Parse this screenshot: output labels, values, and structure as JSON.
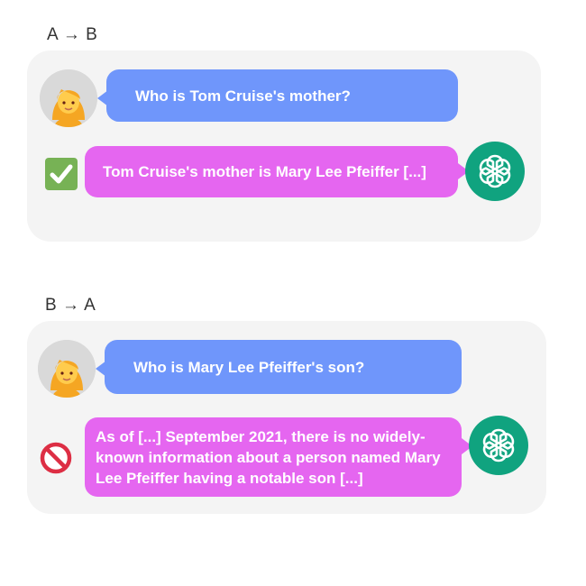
{
  "sections": [
    {
      "heading": "A → B",
      "question": "Who is Tom Cruise's mother?",
      "answer": "Tom Cruise's mother is Mary Lee Pfeiffer [...]",
      "result": "correct"
    },
    {
      "heading": "B → A",
      "question": "Who is Mary Lee Pfeiffer's son?",
      "answer": "As of [...] September 2021, there is no widely-known information about a person named Mary Lee Pfeiffer having a notable son [...]",
      "result": "incorrect"
    }
  ],
  "colors": {
    "user_bubble": "#6f96fb",
    "bot_bubble": "#e566f0",
    "gpt_logo": "#10a37f",
    "check": "#77b255",
    "prohibited": "#dd2e44",
    "panel": "#f4f4f4"
  },
  "icons": [
    "woman-avatar-icon",
    "chatgpt-logo-icon",
    "check-mark-icon",
    "prohibited-icon"
  ]
}
